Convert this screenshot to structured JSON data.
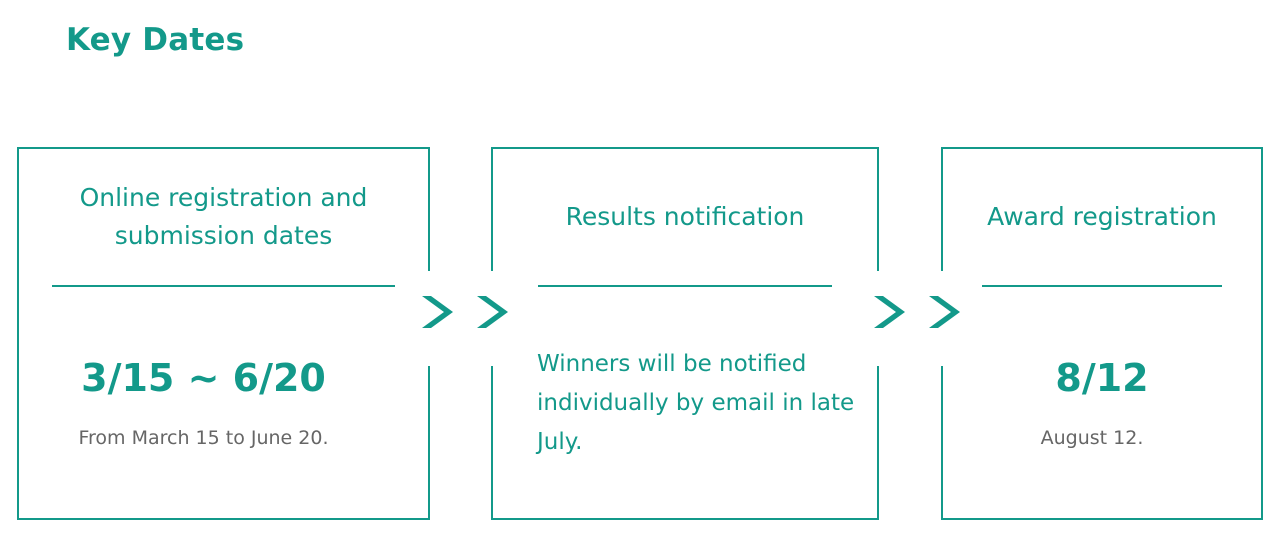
{
  "title": "Key Dates",
  "accent_color": "#13998a",
  "secondary_text_color": "#666666",
  "steps": [
    {
      "heading_line1": "Online registration and",
      "heading_line2": "submission dates",
      "value": "3/15 ~ 6/20",
      "detail": "From March 15  to June 20."
    },
    {
      "heading": "Results notification",
      "text": "Winners will be notified individually by email in late July."
    },
    {
      "heading": "Award registration",
      "value": "8/12",
      "detail": "August 12."
    }
  ],
  "connector_icon": "double-chevron-right-icon"
}
